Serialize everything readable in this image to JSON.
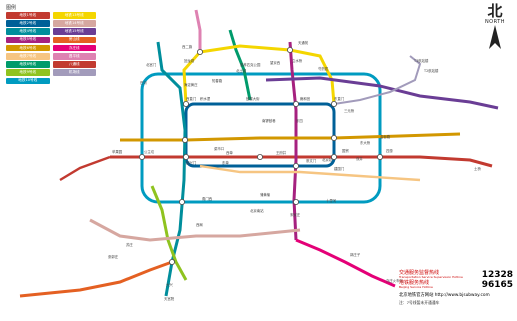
{
  "legend": {
    "title": "图例",
    "items": [
      {
        "label": "地铁1号线",
        "color": "#c23a30"
      },
      {
        "label": "地铁13号线",
        "color": "#f4d600"
      },
      {
        "label": "地铁2号线",
        "color": "#006098"
      },
      {
        "label": "地铁14号线",
        "color": "#d6a7a0"
      },
      {
        "label": "地铁4号线",
        "color": "#008e9c"
      },
      {
        "label": "地铁15号线",
        "color": "#6a3d95"
      },
      {
        "label": "地铁5号线",
        "color": "#a6217f"
      },
      {
        "label": "房山线",
        "color": "#e46022"
      },
      {
        "label": "地铁6号线",
        "color": "#d29700"
      },
      {
        "label": "亦庄线",
        "color": "#e40077"
      },
      {
        "label": "地铁7号线",
        "color": "#f6c582"
      },
      {
        "label": "昌平线",
        "color": "#de82b2"
      },
      {
        "label": "地铁8号线",
        "color": "#009b6b"
      },
      {
        "label": "八通线",
        "color": "#c23a30"
      },
      {
        "label": "地铁9号线",
        "color": "#8fc31f"
      },
      {
        "label": "机场线",
        "color": "#a29bbb"
      },
      {
        "label": "地铁10号线",
        "color": "#009bc0"
      },
      {
        "label": "",
        "color": ""
      }
    ]
  },
  "compass": {
    "cn": "北",
    "en": "NORTH"
  },
  "info": {
    "hotline_label_cn": "交通服务监督热线",
    "hotline_label_en": "Transportation Service Supervision Hotline",
    "hotline_number": "12328",
    "service_label_cn": "地铁服务热线",
    "service_label_en": "Beijing Service Hotline",
    "service_number": "96165",
    "website": "北京地铁官方网站 http://www.bjsubway.com",
    "note": "注：7号线暂未开通通车"
  },
  "stations": [
    "西直门",
    "东直门",
    "建国门",
    "复兴门",
    "宋家庄",
    "西二旗",
    "回龙观",
    "天通苑",
    "四惠",
    "国贸",
    "北京站",
    "苹果园",
    "公主坟",
    "西单",
    "王府井",
    "雍和宫",
    "积水潭",
    "鼓楼大街",
    "东单",
    "崇文门",
    "北京南站",
    "大兴",
    "亦庄火车站",
    "天宫院",
    "郭庄子",
    "土桥",
    "T3航站楼",
    "T2航站楼",
    "三元桥",
    "望京西",
    "立水桥",
    "北宫门",
    "巴沟",
    "海淀黄庄",
    "知春路",
    "奥林匹克公园",
    "西局",
    "苏庄",
    "张郭庄",
    "南锣鼓巷",
    "菜市口",
    "角门西",
    "蒲黄榆",
    "十里河",
    "双井",
    "金台路",
    "东大桥",
    "东四",
    "北土城",
    "芍药居"
  ]
}
